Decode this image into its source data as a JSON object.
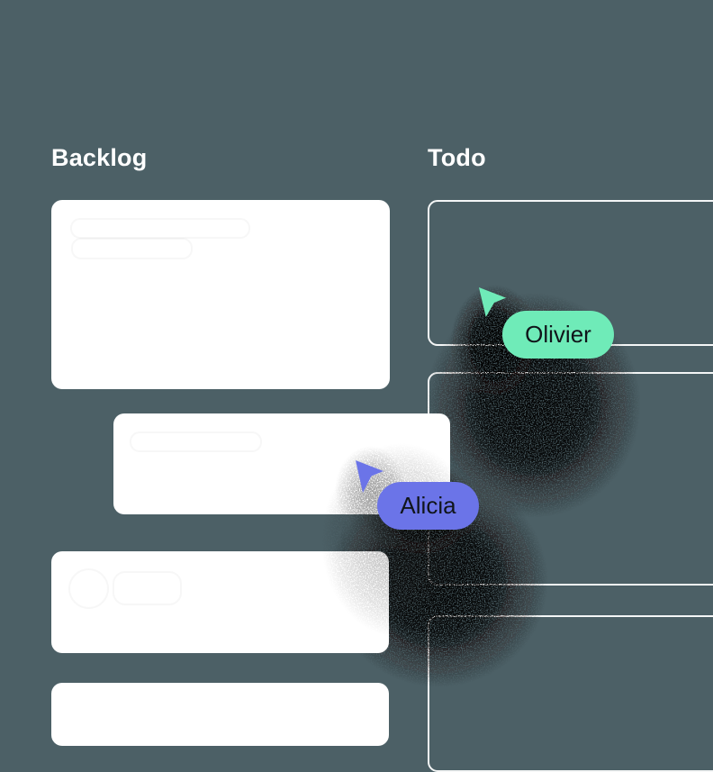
{
  "board": {
    "columns": [
      {
        "title": "Backlog",
        "card_style": "filled",
        "visible_card_count": 4
      },
      {
        "title": "Todo",
        "card_style": "outlined",
        "visible_card_count": 3
      }
    ],
    "cursors": [
      {
        "label": "Olivier",
        "color": "#6FEBB8"
      },
      {
        "label": "Alicia",
        "color": "#6B74E8"
      }
    ]
  },
  "colors": {
    "background": "#4C6066",
    "card_fill": "#FFFFFF",
    "card_outline": "#FFFFFF",
    "heading_text": "#FFFFFF",
    "pill_text": "#10151A",
    "cursor_olivier": "#6FEBB8",
    "cursor_alicia": "#6B74E8"
  }
}
